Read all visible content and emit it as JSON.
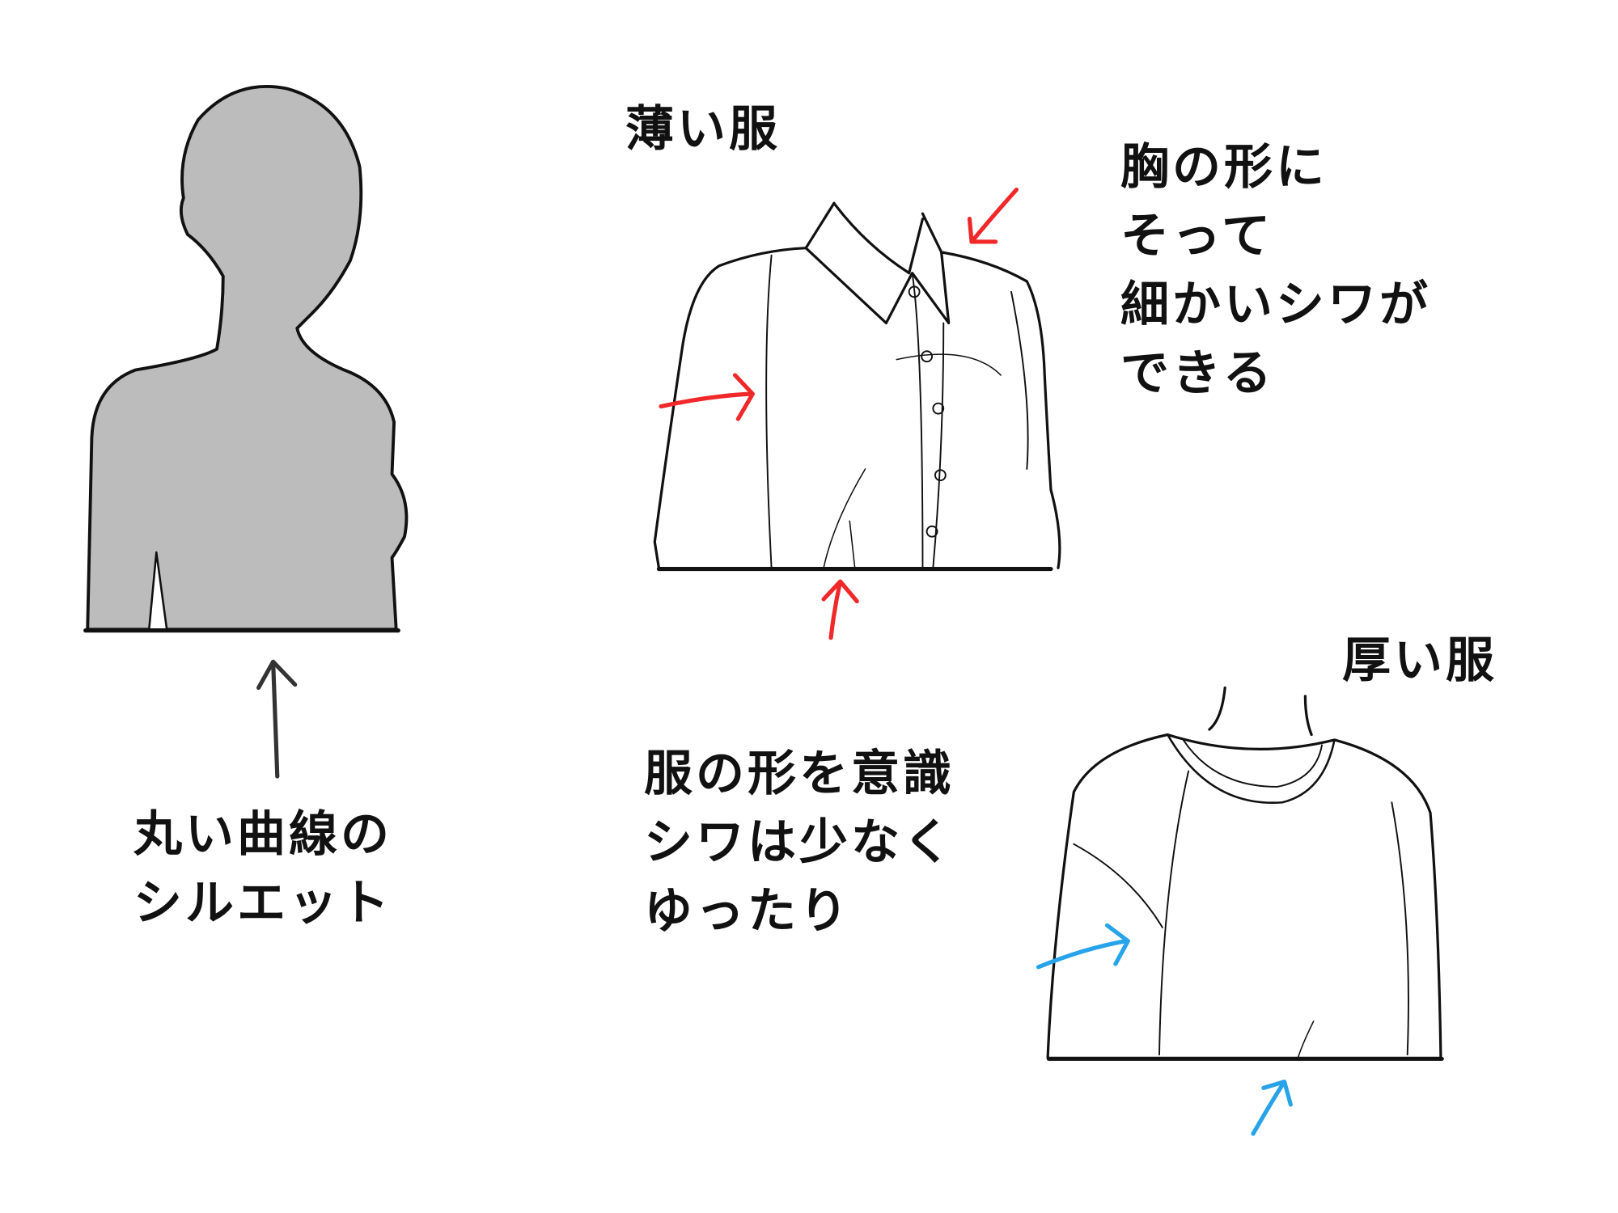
{
  "silhouette": {
    "caption_lines": [
      "丸い曲線の",
      "シルエット"
    ]
  },
  "thin_clothes": {
    "title": "薄い服",
    "note_lines": [
      "胸の形に",
      "そって",
      "細かいシワが",
      "できる"
    ]
  },
  "thick_clothes": {
    "title": "厚い服",
    "note_lines": [
      "服の形を意識",
      "シワは少なく",
      "ゆったり"
    ]
  },
  "colors": {
    "silhouette_fill": "#bcbcbc",
    "line": "#111111",
    "thin_arrow": "#f0282a",
    "thick_arrow": "#27a3ea",
    "silhouette_arrow": "#333333"
  }
}
